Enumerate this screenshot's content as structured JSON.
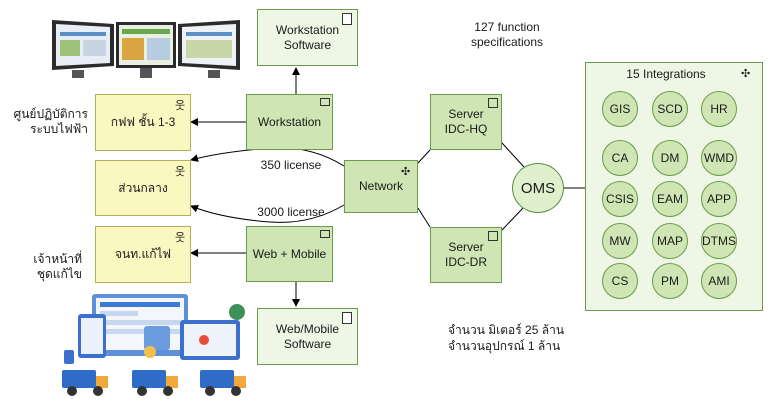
{
  "workstation_software": "Workstation Software",
  "web_mobile_software": "Web/Mobile Software",
  "workstation": "Workstation",
  "web_mobile": "Web + Mobile",
  "network": "Network",
  "server_hq": "Server IDC-HQ",
  "server_dr": "Server IDC-DR",
  "oms": "OMS",
  "function_specs": "127 function specifications",
  "license_350": "350 license",
  "license_3000": "3000 license",
  "meters_note_1": "จำนวน มิเตอร์ 25 ล้าน",
  "meters_note_2": "จำนวนอุปกรณ์ 1 ล้าน",
  "integrations": {
    "title": "15 Integrations",
    "items": [
      "GIS",
      "SCD",
      "HR",
      "CA",
      "DM",
      "WMD",
      "CSIS",
      "EAM",
      "APP",
      "MW",
      "MAP",
      "DTMS",
      "CS",
      "PM",
      "AMI"
    ]
  },
  "actors": [
    {
      "label": "กฟฟ ชั้น 1-3",
      "side_label_1": "ศูนย์ปฏิบัติการ",
      "side_label_2": "ระบบไฟฟ้า"
    },
    {
      "label": "ส่วนกลาง",
      "side_label_1": "",
      "side_label_2": ""
    },
    {
      "label": "จนท.แก้ไฟ",
      "side_label_1": "เจ้าหน้าที่",
      "side_label_2": "ชุดแก้ไข"
    }
  ],
  "colors": {
    "node_green": "#cfe6b4",
    "actor_yellow": "#fbf7c0",
    "panel": "#eef6e6"
  }
}
